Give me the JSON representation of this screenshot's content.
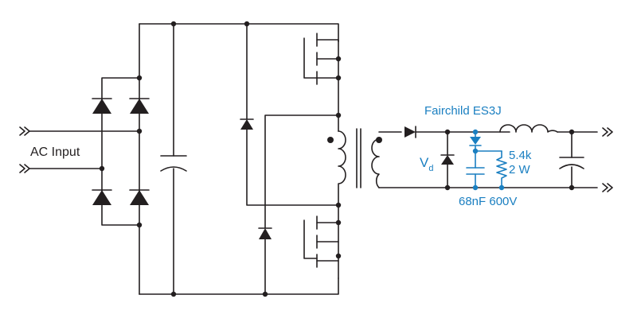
{
  "labels": {
    "ac_input": "AC Input",
    "vd_main": "V",
    "vd_sub": "d",
    "diode_part": "Fairchild ES3J",
    "resistor_value": "5.4k",
    "resistor_power": "2 W",
    "capacitor_value": "68nF 600V"
  },
  "colors": {
    "wire": "#231f20",
    "snubber": "#1a7fc1"
  }
}
